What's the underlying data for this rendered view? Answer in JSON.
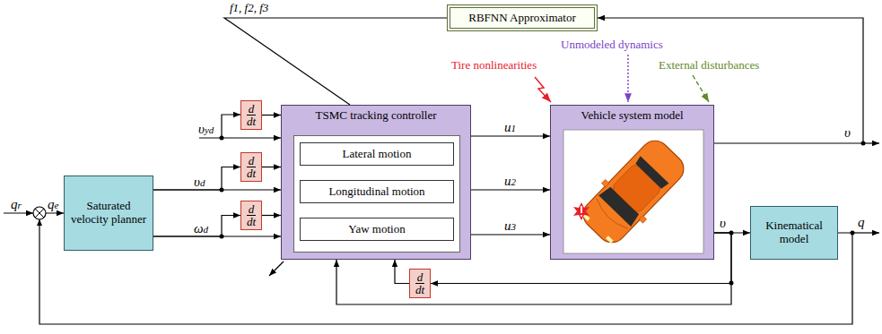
{
  "diagram": {
    "nodes": [
      {
        "text": [
          "RBFNN Approximator"
        ]
      },
      {
        "text": [
          "d",
          "dt"
        ]
      },
      {
        "text": [
          "TSMC tracking controller"
        ]
      },
      {
        "text": [
          "Lateral motion"
        ],
        "in": 2
      },
      {
        "text": [
          "Longitudinal motion"
        ],
        "in": 2
      },
      {
        "text": [
          "Yaw motion"
        ],
        "in": 2
      },
      {
        "text": [
          "Vehicle system model"
        ]
      },
      {
        "text": [
          "d",
          "dt"
        ]
      },
      {
        "text": [
          "Saturated velocity planner"
        ]
      },
      {
        "text": [
          "d",
          "dt"
        ]
      },
      {
        "text": [
          "Kinematical model"
        ]
      },
      {
        "text": [
          "d",
          "dt"
        ]
      }
    ],
    "edges": [
      {
        "from": 0,
        "to": 2,
        "arrow": "none",
        "label": "f1, f2, f3"
      },
      {
        "from": 1,
        "to": 2,
        "arrow": "to"
      },
      {
        "from": 8,
        "to": 2,
        "arrow": "to",
        "label": "υd"
      },
      {
        "from": 8,
        "to": 7,
        "arrow": "to"
      },
      {
        "from": 7,
        "to": 2,
        "arrow": "to"
      },
      {
        "from": 8,
        "to": 2,
        "arrow": "to",
        "label": "ωd"
      },
      {
        "from": 8,
        "to": 9,
        "arrow": "to"
      },
      {
        "from": 9,
        "to": 2,
        "arrow": "to"
      },
      {
        "from": 2,
        "to": 6,
        "arrow": "to",
        "label": "u1"
      },
      {
        "from": 2,
        "to": 6,
        "arrow": "to",
        "label": "u2"
      },
      {
        "from": 2,
        "to": 6,
        "arrow": "to",
        "label": "u3"
      },
      {
        "from": 6,
        "to": 0,
        "arrow": "to"
      },
      {
        "from": 6,
        "to": 10,
        "arrow": "to",
        "label": "υ"
      },
      {
        "from": 6,
        "to": 11,
        "arrow": "to"
      },
      {
        "from": 11,
        "to": 2,
        "arrow": "to"
      },
      {
        "from": 6,
        "to": 2,
        "arrow": "to"
      },
      {
        "from": 10,
        "to": 8,
        "arrow": "to",
        "label": "qe"
      }
    ],
    "labels": [
      "Unmodeled dynamics",
      "Tire nonlinearities",
      "External disturbances",
      "υyd",
      "υ",
      "q",
      "qr"
    ]
  }
}
